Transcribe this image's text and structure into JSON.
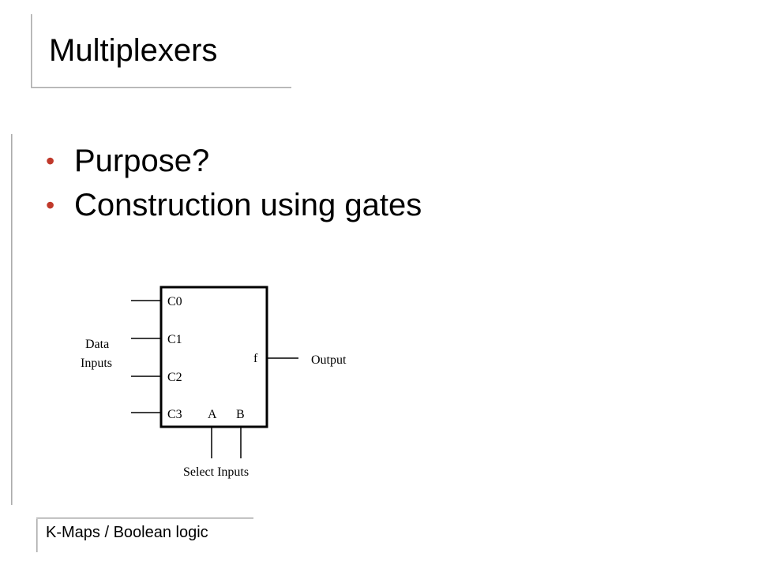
{
  "slide": {
    "title": "Multiplexers",
    "bullets": [
      "Purpose?",
      "Construction using gates"
    ],
    "footer": "K-Maps / Boolean logic"
  },
  "diagram": {
    "data_inputs_label": [
      "Data",
      "Inputs"
    ],
    "ports": [
      "C0",
      "C1",
      "C2",
      "C3"
    ],
    "select_ports": [
      "A",
      "B"
    ],
    "output_port": "f",
    "output_label": "Output",
    "select_label": "Select Inputs"
  },
  "colors": {
    "bullet": "#c0392b",
    "rules": "#9a9a9a"
  }
}
